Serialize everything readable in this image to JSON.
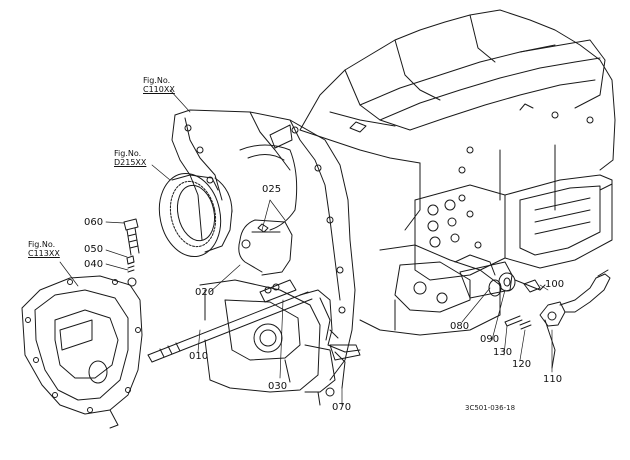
{
  "figure_refs": [
    {
      "id": "c110",
      "title": "Fig.No.",
      "code": "C110XX"
    },
    {
      "id": "d215",
      "title": "Fig.No.",
      "code": "D215XX"
    },
    {
      "id": "c113",
      "title": "Fig.No.",
      "code": "C113XX"
    }
  ],
  "part_numbers": {
    "p010": "010",
    "p020": "020",
    "p025": "025",
    "p030": "030",
    "p040": "040",
    "p050": "050",
    "p060": "060",
    "p070": "070",
    "p080": "080",
    "p090": "090",
    "p100": "100",
    "p110": "110",
    "p120": "120",
    "p130": "130"
  },
  "drawing_code": "3C501-036-18",
  "colors": {
    "line": "#1a1a1a",
    "background": "#ffffff"
  }
}
